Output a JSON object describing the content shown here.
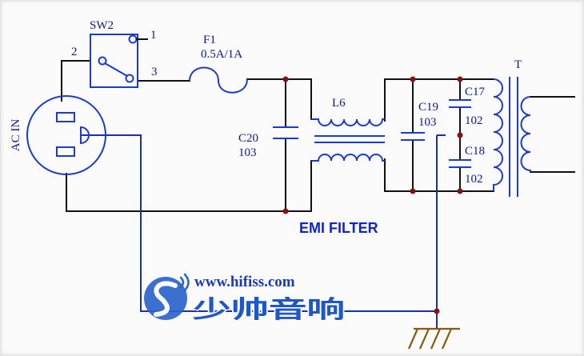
{
  "connector": {
    "label": "AC IN"
  },
  "switch": {
    "ref": "SW2",
    "pins": [
      "1",
      "2",
      "3"
    ]
  },
  "fuse": {
    "ref": "F1",
    "value": "0.5A/1A"
  },
  "capacitors": [
    {
      "ref": "C20",
      "value": "103"
    },
    {
      "ref": "C19",
      "value": "103"
    },
    {
      "ref": "C17",
      "value": "102"
    },
    {
      "ref": "C18",
      "value": "102"
    }
  ],
  "choke": {
    "ref": "L6"
  },
  "transformer": {
    "ref": "T"
  },
  "caption": "EMI FILTER",
  "watermark": {
    "url": "www.hifiss.com",
    "brand": "少帅音响"
  },
  "colors": {
    "wire": "#111111",
    "component": "#1d3ad0",
    "junction": "#8a0f14",
    "caption": "#1224c8",
    "watermark": "#1f56c8"
  }
}
